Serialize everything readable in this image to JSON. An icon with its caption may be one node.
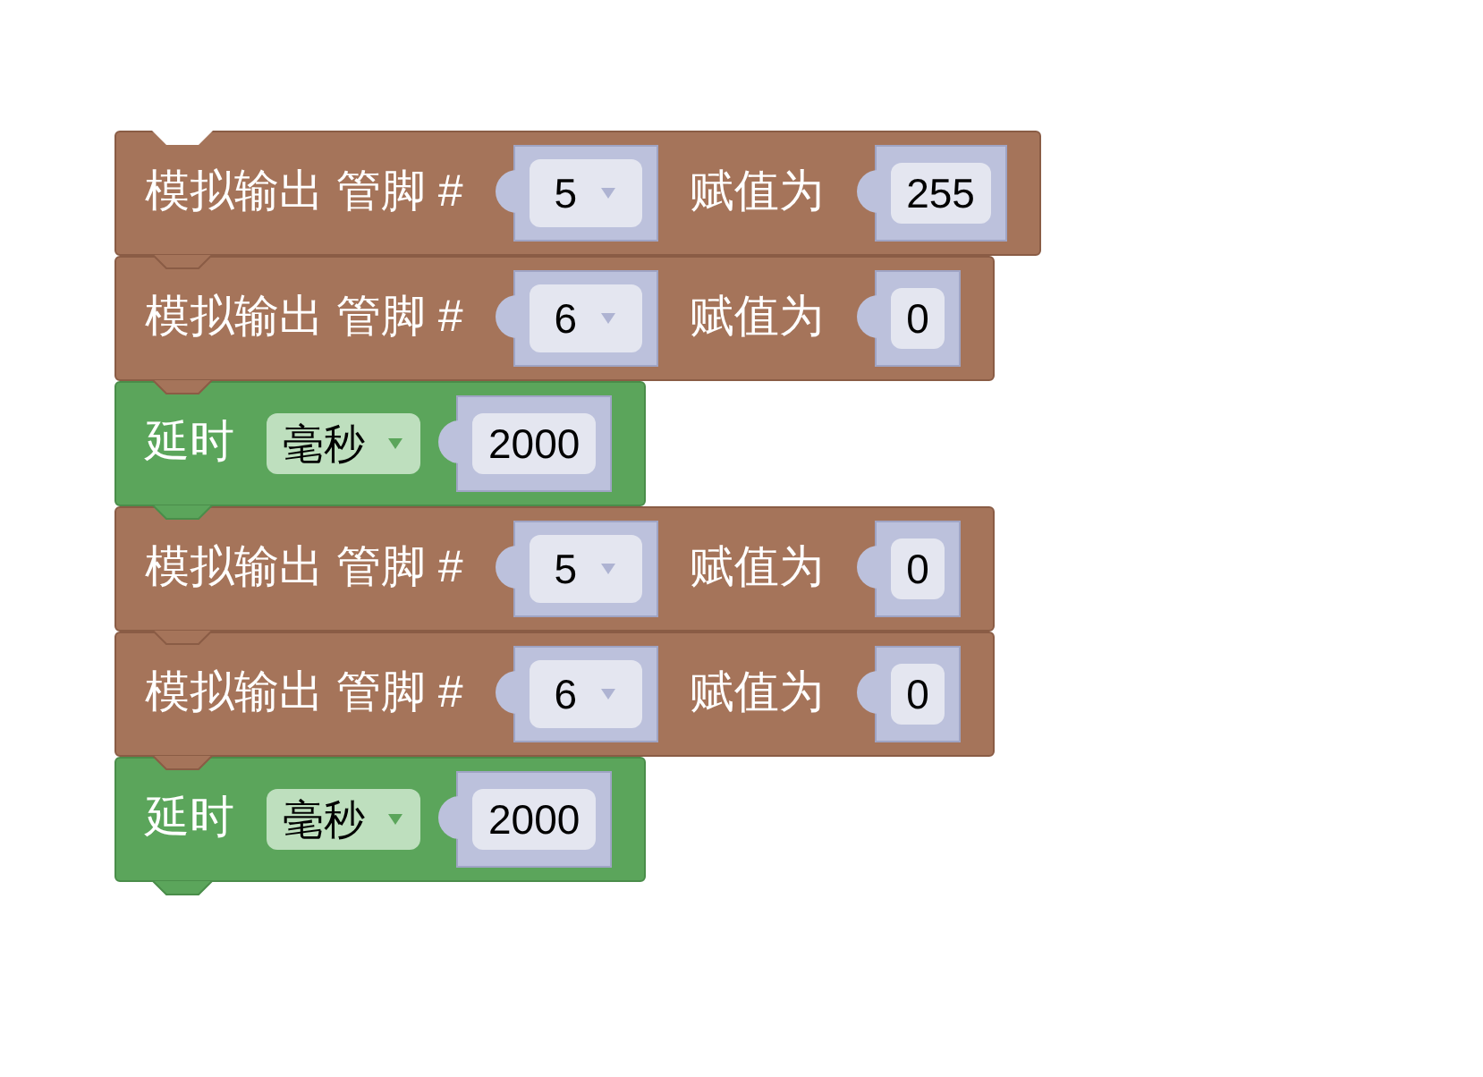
{
  "diagram": {
    "nodes": [
      {
        "text": [
          "模拟输出 管脚 #",
          "赋值为"
        ]
      },
      {
        "text": [
          "5"
        ],
        "in": 0
      },
      {
        "text": [
          "255"
        ],
        "in": 0
      },
      {
        "text": [
          "模拟输出 管脚 #",
          "赋值为"
        ]
      },
      {
        "text": [
          "6"
        ],
        "in": 3
      },
      {
        "text": [
          "0"
        ],
        "in": 3
      },
      {
        "text": [
          "延时"
        ]
      },
      {
        "text": [
          "毫秒"
        ],
        "in": 6
      },
      {
        "text": [
          "2000"
        ],
        "in": 6
      },
      {
        "text": [
          "模拟输出 管脚 #",
          "赋值为"
        ]
      },
      {
        "text": [
          "5"
        ],
        "in": 9
      },
      {
        "text": [
          "0"
        ],
        "in": 9
      },
      {
        "text": [
          "模拟输出 管脚 #",
          "赋值为"
        ]
      },
      {
        "text": [
          "6"
        ],
        "in": 12
      },
      {
        "text": [
          "0"
        ],
        "in": 12
      },
      {
        "text": [
          "延时"
        ]
      },
      {
        "text": [
          "毫秒"
        ],
        "in": 15
      },
      {
        "text": [
          "2000"
        ],
        "in": 15
      }
    ]
  }
}
